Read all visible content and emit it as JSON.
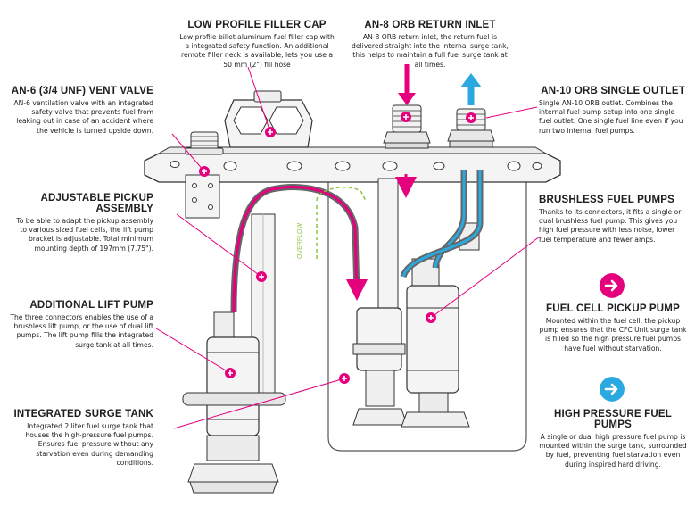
{
  "callouts": {
    "filler_cap": {
      "title": "LOW PROFILE FILLER CAP",
      "desc": "Low profile billet aluminum fuel filler cap with a integrated safety function. An additional remote filler neck is available, lets you use a 50 mm (2\") fill hose"
    },
    "return_inlet": {
      "title": "AN-8 ORB RETURN INLET",
      "desc": "AN-8 ORB return inlet, the return fuel is delivered straight into the internal surge tank, this helps to maintain a full fuel surge tank at all times."
    },
    "vent_valve": {
      "title": "AN-6 (3/4 UNF) VENT VALVE",
      "desc": "AN-6 ventilation valve with an integrated safety valve that prevents fuel from leaking out in case of an accident where the vehicle is turned upside down."
    },
    "single_outlet": {
      "title": "AN-10 ORB SINGLE OUTLET",
      "desc": "Single AN-10 ORB outlet. Combines the internal fuel pump setup into one single fuel outlet. One single fuel line even if you run two internal fuel pumps."
    },
    "pickup_assembly": {
      "title": "ADJUSTABLE PICKUP ASSEMBLY",
      "desc": "To be able to adapt the pickup assembly to various sized fuel cells, the lift pump bracket is adjustable. Total minimum mounting depth of 197mm (7.75\")."
    },
    "brushless_pumps": {
      "title": "BRUSHLESS FUEL PUMPS",
      "desc": "Thanks to its connectors, it fits a single or dual brushless fuel pump. This gives you high fuel pressure with less noise, lower fuel temperature and fewer amps."
    },
    "lift_pump": {
      "title": "ADDITIONAL LIFT PUMP",
      "desc": "The three connectors enables the use of a brushless lift pump, or the use of dual lift pumps. The lift pump fills the integrated surge tank at all times."
    },
    "cell_pickup_pump": {
      "title": "FUEL CELL PICKUP PUMP",
      "desc": "Mounted within the fuel cell, the pickup pump ensures that the CFC Unit surge tank is filled so the high pressure fuel pumps have fuel without starvation."
    },
    "surge_tank": {
      "title": "INTEGRATED SURGE TANK",
      "desc": "Integrated 2 liter fuel surge tank that houses the high-pressure fuel pumps. Ensures fuel pressure without any starvation even during demanding conditions."
    },
    "high_pressure_pumps": {
      "title": "HIGH PRESSURE FUEL PUMPS",
      "desc": "A single or dual high pressure fuel pump is mounted within the surge tank, surrounded by fuel, preventing fuel starvation even during inspired hard driving."
    }
  },
  "diagram": {
    "overflow_label": "OVERFLOW"
  },
  "colors": {
    "magenta": "#e5007e",
    "blue": "#2aa8e0",
    "green": "#8cc63f",
    "line": "#333333",
    "metal": "#f2f2f2"
  },
  "icons": {
    "pickup_legend": "magenta-arrow-circle-icon",
    "pressure_legend": "blue-arrow-circle-icon",
    "marker": "magenta-plus-marker-icon"
  }
}
